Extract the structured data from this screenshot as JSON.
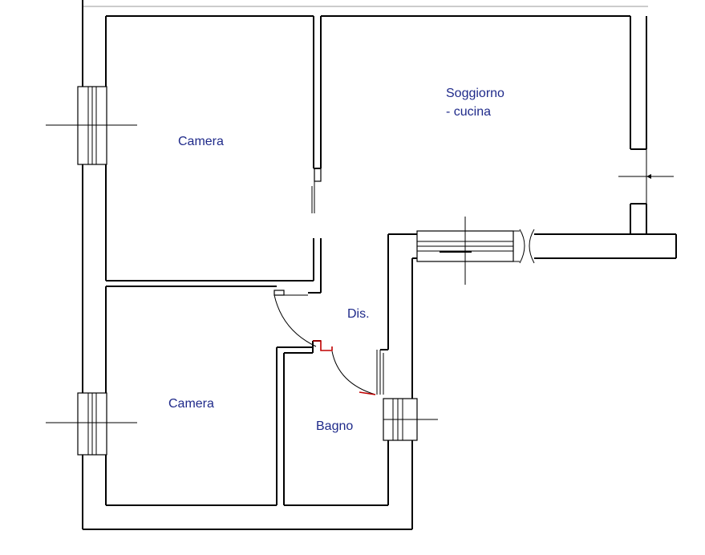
{
  "rooms": {
    "camera_top": "Camera",
    "soggiorno_line1": "Soggiorno",
    "soggiorno_line2": "- cucina",
    "dis": "Dis.",
    "camera_bottom": "Camera",
    "bagno": "Bagno"
  },
  "colors": {
    "labels": "#1f2a8a",
    "walls": "#000000",
    "door_highlight": "#c00000"
  }
}
